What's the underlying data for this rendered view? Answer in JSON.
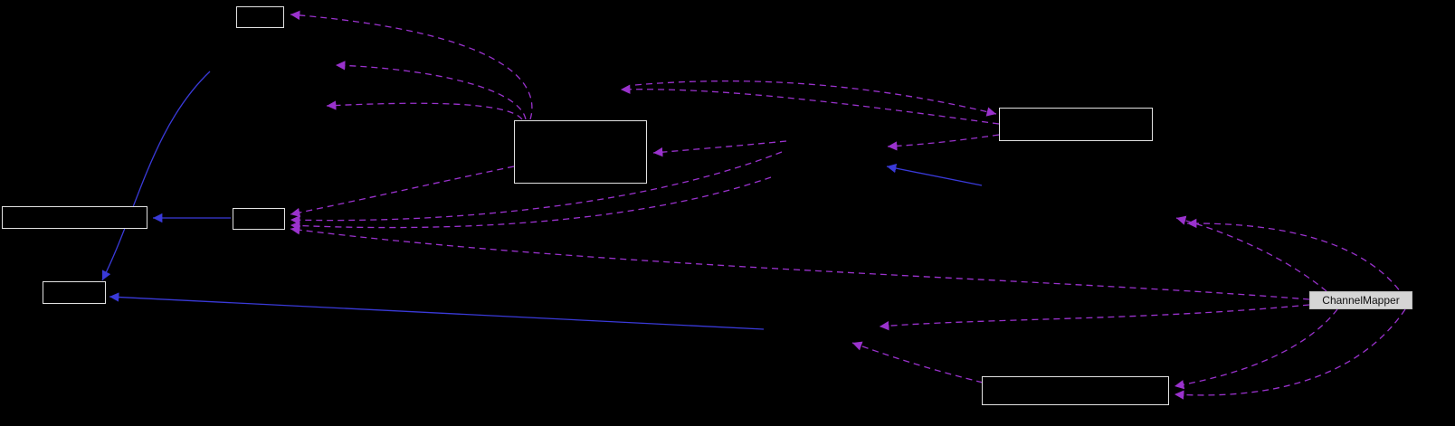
{
  "diagram": {
    "type": "collaboration-graph",
    "background_color": "#000000",
    "node_border_color": "#e2e2e2",
    "highlight_node_background": "#d5d5d5",
    "edge_styles": {
      "usage": {
        "color": "#9a32cd",
        "style": "dashed"
      },
      "inheritance": {
        "color": "#3a3ad9",
        "style": "solid"
      }
    },
    "nodes": [
      {
        "id": "node-top-left",
        "label": ""
      },
      {
        "id": "node-center",
        "label": ""
      },
      {
        "id": "node-right-upper",
        "label": ""
      },
      {
        "id": "node-left-wide",
        "label": ""
      },
      {
        "id": "node-left-small",
        "label": ""
      },
      {
        "id": "node-lower-left",
        "label": ""
      },
      {
        "id": "node-bottom",
        "label": ""
      },
      {
        "id": "node-channel-mapper",
        "label": "ChannelMapper"
      }
    ]
  }
}
